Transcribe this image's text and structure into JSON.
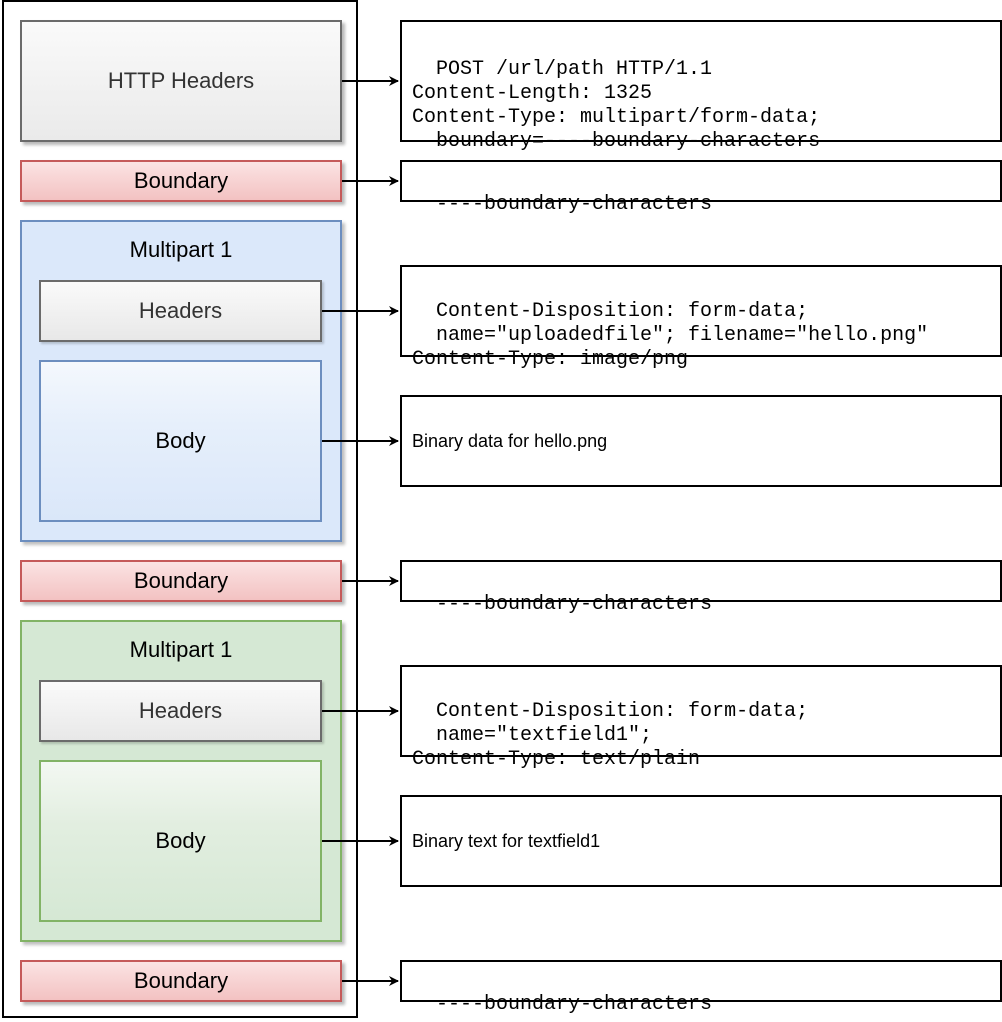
{
  "left_column": {
    "http_headers": "HTTP Headers",
    "boundary_top": "Boundary",
    "multipart_a": {
      "title": "Multipart 1",
      "headers": "Headers",
      "body": "Body"
    },
    "boundary_mid": "Boundary",
    "multipart_b": {
      "title": "Multipart 1",
      "headers": "Headers",
      "body": "Body"
    },
    "boundary_end": "Boundary"
  },
  "right_column": {
    "request_headers": "POST /url/path HTTP/1.1\nContent-Length: 1325\nContent-Type: multipart/form-data;\n  boundary=----boundary-characters",
    "boundary_top": "----boundary-characters",
    "part_a_headers": "Content-Disposition: form-data;\n  name=\"uploadedfile\"; filename=\"hello.png\"\nContent-Type: image/png",
    "part_a_body": "Binary data for hello.png",
    "boundary_mid": "----boundary-characters",
    "part_b_headers": "Content-Disposition: form-data;\n  name=\"textfield1\";\nContent-Type: text/plain",
    "part_b_body": "Binary text for textfield1",
    "boundary_end": "----boundary-characters"
  },
  "colors": {
    "boundary_fill": "#f8cecc",
    "boundary_stroke": "#b85450",
    "part_a_fill": "#dae8fc",
    "part_a_stroke": "#6c8ebf",
    "part_b_fill": "#d5e8d4",
    "part_b_stroke": "#82b366"
  }
}
